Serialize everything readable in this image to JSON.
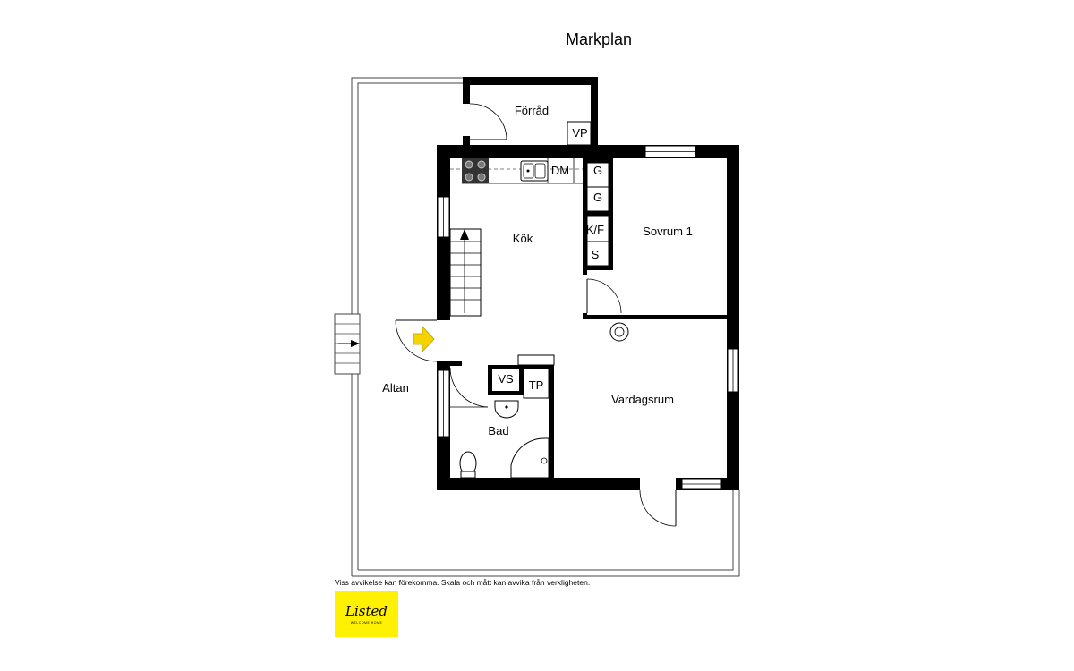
{
  "title": "Markplan",
  "rooms": {
    "forrad": "Förråd",
    "vp": "VP",
    "dm": "DM",
    "g1": "G",
    "g2": "G",
    "kf": "K/F",
    "s": "S",
    "kok": "Kök",
    "sovrum": "Sovrum 1",
    "vs": "VS",
    "tp": "TP",
    "altan": "Altan",
    "vardagsrum": "Vardagsrum",
    "bad": "Bad"
  },
  "disclaimer": "Viss avvikelse kan förekomma. Skala och mått kan avvika från verkligheten.",
  "logo": {
    "text": "Listed",
    "subtext": "WELCOME HOME",
    "color": "#fff100"
  },
  "colors": {
    "wall": "#000000",
    "entrance_arrow": "#f5d400"
  }
}
